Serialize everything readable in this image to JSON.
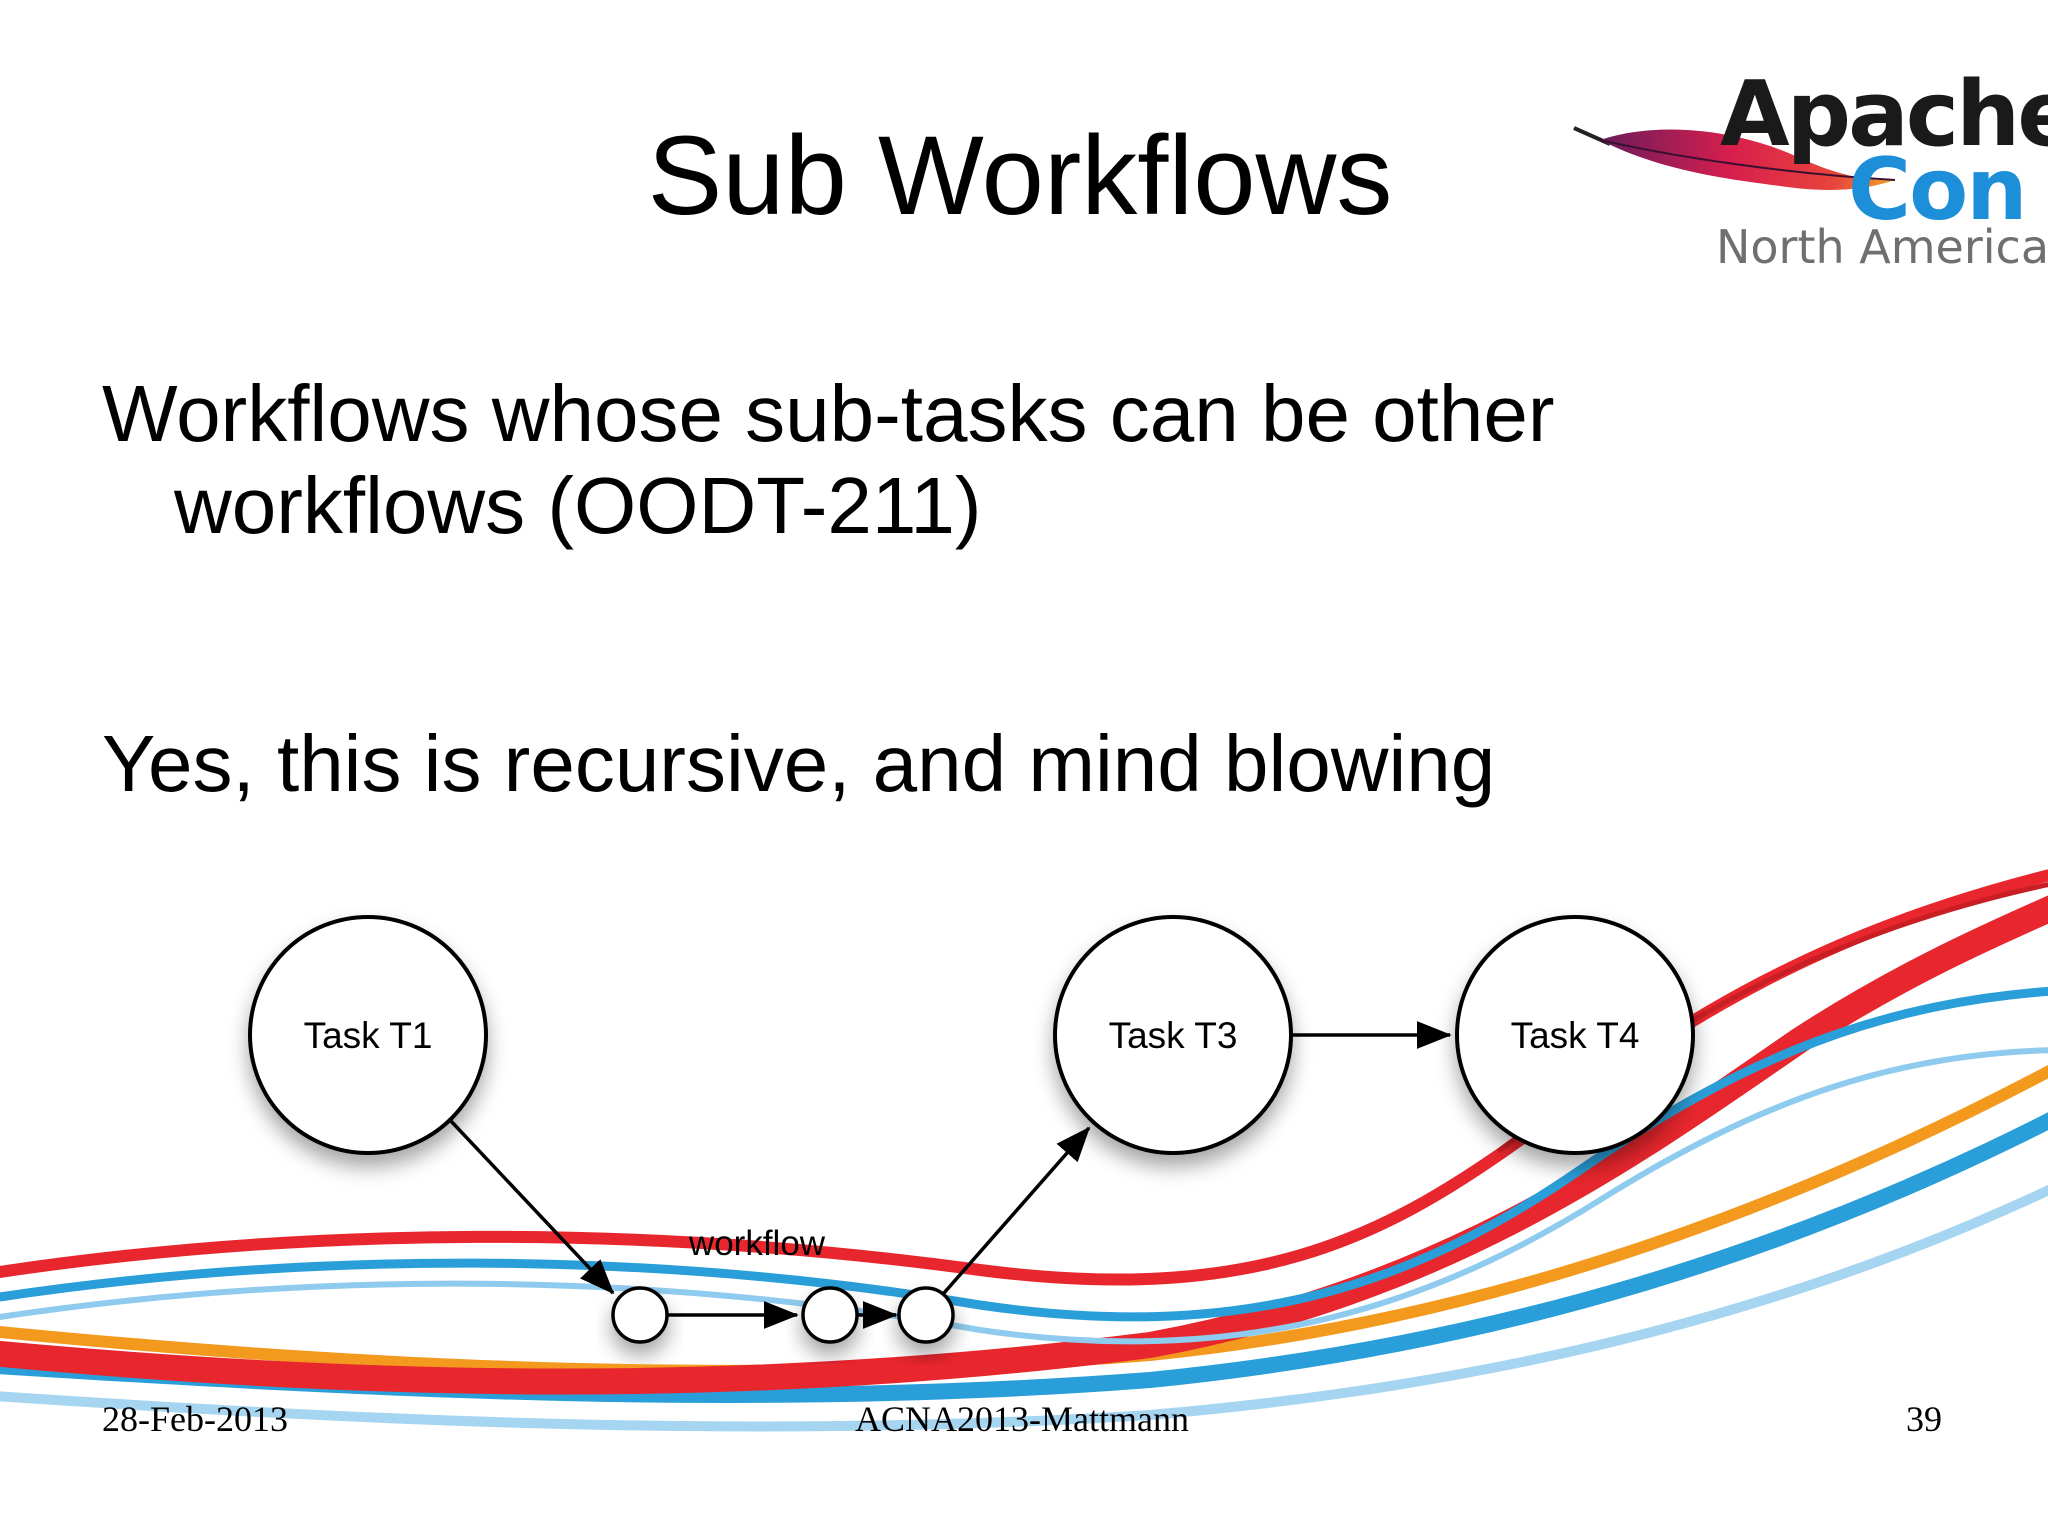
{
  "slide": {
    "title": "Sub Workflows",
    "bullets": [
      {
        "line1": "Workflows whose sub-tasks can be other",
        "line2": "workflows (OODT-211)"
      },
      {
        "line1": "Yes, this is recursive, and mind blowing"
      }
    ]
  },
  "logo": {
    "word1": "Apache",
    "word2": "Con",
    "word3": "North America"
  },
  "diagram": {
    "nodes": [
      {
        "id": "t1",
        "label": "Task T1"
      },
      {
        "id": "t3",
        "label": "Task T3"
      },
      {
        "id": "t4",
        "label": "Task T4"
      },
      {
        "id": "s1",
        "label": ""
      },
      {
        "id": "s2",
        "label": ""
      },
      {
        "id": "s3",
        "label": ""
      }
    ],
    "edges": [
      {
        "from": "t1",
        "to": "s1"
      },
      {
        "from": "s1",
        "to": "s2"
      },
      {
        "from": "s2",
        "to": "s3"
      },
      {
        "from": "s3",
        "to": "t3"
      },
      {
        "from": "t3",
        "to": "t4"
      }
    ],
    "group_label": "workflow"
  },
  "footer": {
    "date": "28-Feb-2013",
    "center": "ACNA2013-Mattmann",
    "page": "39"
  },
  "colors": {
    "swoosh_red": "#e8262d",
    "swoosh_blue": "#2a9ed8",
    "swoosh_orange": "#f39a1e",
    "logo_con": "#1d8fd8"
  }
}
